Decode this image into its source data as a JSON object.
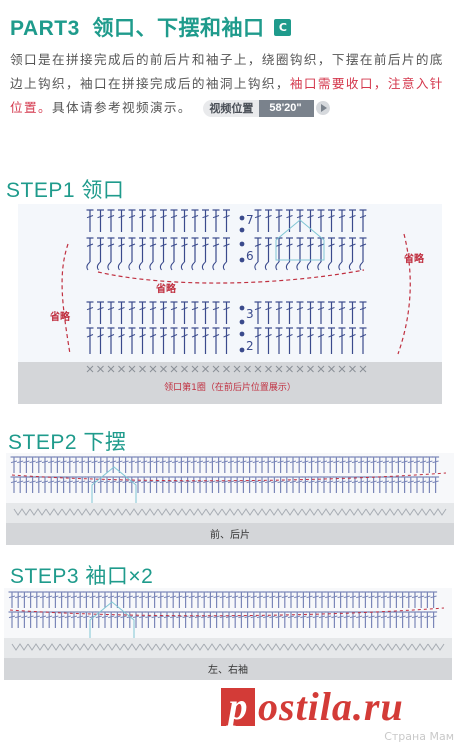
{
  "header": {
    "part": "PART3",
    "title": "领口、下摆和袖口",
    "badge": "C"
  },
  "intro": {
    "text_a": "领口是在拼接完成后的前后片和袖子上，绕圈钩织，下摆在前后片的底边上钩织，袖口在拼接完成后的袖洞上钩织，",
    "text_b": "袖口需要收口，注意入针位置。",
    "text_c": "具体请参考视频演示。",
    "video_label": "视频位置",
    "video_time": "58'20\""
  },
  "step1": {
    "title": "STEP1  领口",
    "omit_label": "省略",
    "row_numbers": [
      "7",
      "6",
      "3",
      "2"
    ],
    "caption": "领口第1圈（在前后片位置展示）"
  },
  "step2": {
    "title": "STEP2  下摆",
    "caption": "前、后片"
  },
  "step3": {
    "title": "STEP3  袖口×2",
    "caption": "左、右袖"
  },
  "watermark": {
    "logo_letter": "p",
    "logo_word": "ostila.ru",
    "site": "Страна Мам"
  },
  "colors": {
    "accent": "#1f9b8c",
    "highlight": "#d4374c",
    "stitch": "#3a4a8c",
    "omit": "#c03040",
    "band": "#d4d6d9"
  }
}
